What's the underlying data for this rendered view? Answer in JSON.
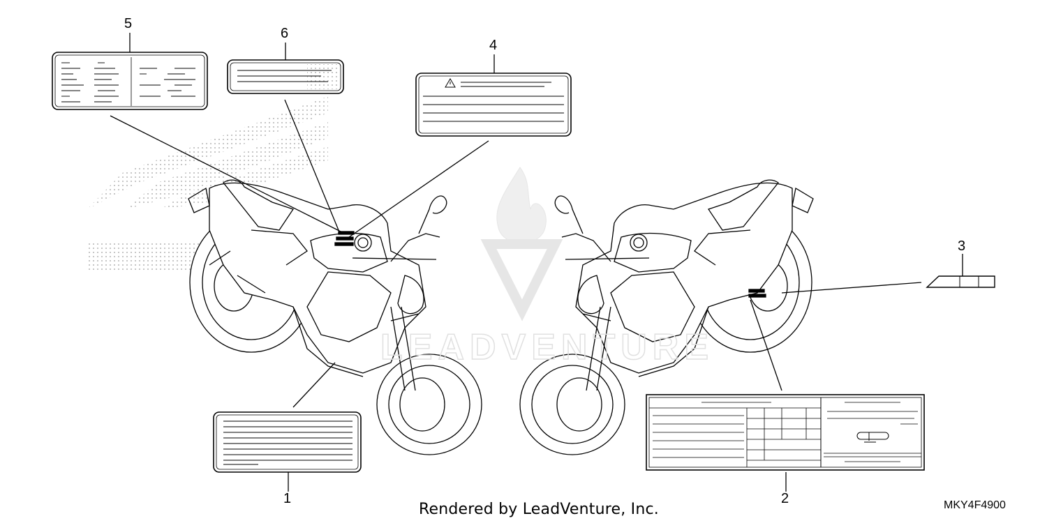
{
  "callouts": [
    {
      "number": "1"
    },
    {
      "number": "2"
    },
    {
      "number": "3"
    },
    {
      "number": "4"
    },
    {
      "number": "5"
    },
    {
      "number": "6"
    }
  ],
  "footer": {
    "credit": "Rendered by LeadVenture, Inc.",
    "part_code": "MKY4F4900"
  },
  "watermark": {
    "text": "LEADVENTURE",
    "icon": "flame-v-logo-icon",
    "background_logo": "honda-wing-logo"
  },
  "colors": {
    "line": "#000000",
    "dots": "#b3b3b3",
    "watermark": "#e6e6e6",
    "label_fill": "#ffffff"
  }
}
